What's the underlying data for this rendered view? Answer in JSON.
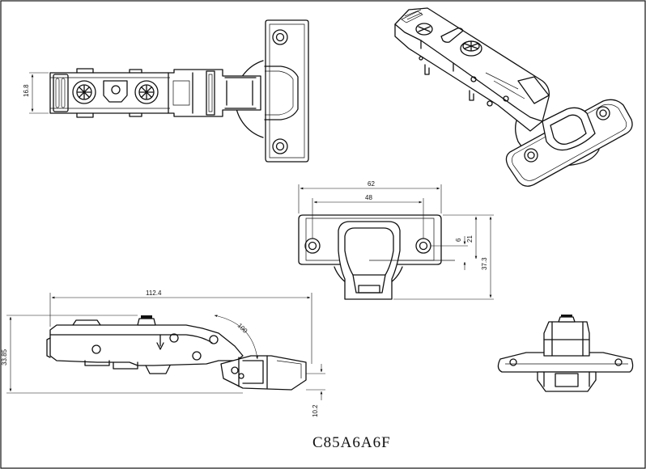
{
  "model_code": "C85A6A6F",
  "dimensions": {
    "top_width": "16.8",
    "plate_width_overall": "62",
    "plate_hole_spacing": "48",
    "plate_offset_small": "6",
    "plate_height_mid": "21",
    "plate_height_total": "37.3",
    "arm_length": "112.4",
    "arm_height": "33.85",
    "opening_angle": "100",
    "cup_depth": "10.2"
  }
}
